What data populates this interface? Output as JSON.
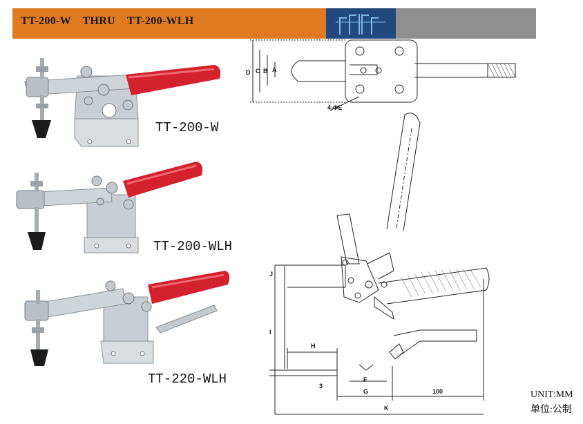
{
  "header": {
    "title": "TT-200-W    THRU    TT-200-WLH",
    "colors": {
      "orange": "#e07a22",
      "logo_bg": "#22497e",
      "gray": "#8f8f8f"
    },
    "logo_icon": "tower-logo-icon"
  },
  "products": [
    {
      "model": "TT-200-W"
    },
    {
      "model": "TT-200-WLH"
    },
    {
      "model": "TT-220-WLH"
    }
  ],
  "drawing": {
    "top_view_labels": {
      "d": "D",
      "c": "C",
      "b": "B",
      "a": "A",
      "holes": "4-ΦE"
    },
    "side_view_labels": {
      "j": "J",
      "i": "I",
      "h": "H",
      "three": "3",
      "f": "F",
      "g": "G",
      "k": "K",
      "hundred": "100"
    }
  },
  "units": {
    "en": "UNIT:MM",
    "zh": "单位:公制"
  }
}
